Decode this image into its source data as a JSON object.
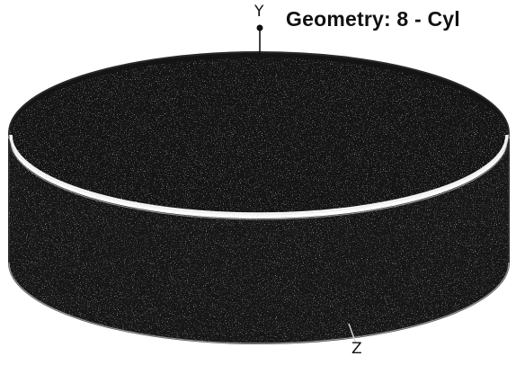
{
  "title": "Geometry: 8 - Cyl",
  "axes": {
    "y_label": "Y",
    "z_label": "Z"
  },
  "colors": {
    "background": "#ffffff",
    "body_fill": "#161616",
    "speckle": "#9a9a9a",
    "rim_highlight": "#f2f2f2",
    "outline": "#2a2a2a",
    "text": "#111111"
  }
}
